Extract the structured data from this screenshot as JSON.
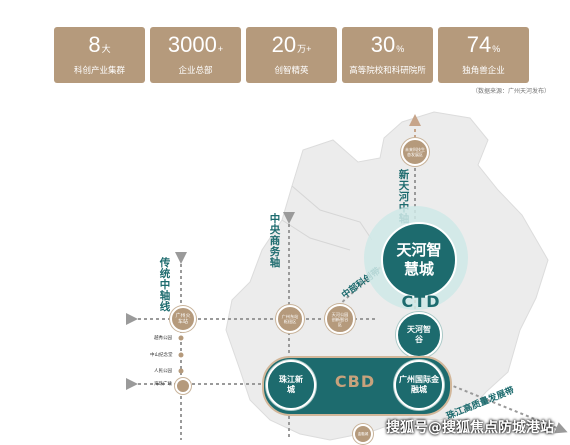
{
  "stats": [
    {
      "number": "8",
      "unit": "大",
      "label": "科创产业集群"
    },
    {
      "number": "3000",
      "unit": "+",
      "label": "企业总部"
    },
    {
      "number": "20",
      "unit": "万+",
      "label": "创智精英"
    },
    {
      "number": "30",
      "unit": "%",
      "label": "高等院校和科研院所"
    },
    {
      "number": "74",
      "unit": "%",
      "label": "独角兽企业"
    }
  ],
  "source_note": "（数据来源：广州天河发布）",
  "axes": {
    "traditional": "传统中轴线",
    "central_business": "中央商务轴",
    "new_tianhe": "新天河中轴",
    "zhongbu_kechuang": "中部科创带",
    "pearl_river": "珠江高质量发展带"
  },
  "nodes": {
    "future_tech": "未来科技生态发展区",
    "guangzhou_railway": "广州火车站",
    "guangzhou_east": "广州东站枢纽区",
    "tianhe_park": "天河公园创新智谷区",
    "yuexiu_park": "越秀公园",
    "zhongshan_memorial": "中山纪念堂",
    "people_park": "人民公园",
    "haizhu_square": "海珠广场",
    "bottom_node": "金融城"
  },
  "districts": {
    "tianhe_smart_city": "天河智慧城",
    "ctd": "CTD",
    "tianhe_valley": "天河智谷",
    "zhujiang_newtown": "珠江新城",
    "cbd": "CBD",
    "international_finance": "广州国际金融城"
  },
  "watermark": "搜狐号@搜狐焦点防城港站",
  "colors": {
    "gold": "#b59a7c",
    "teal": "#1d6b6e",
    "light_teal": "#cfe9e7",
    "map_gray": "#ececec"
  }
}
